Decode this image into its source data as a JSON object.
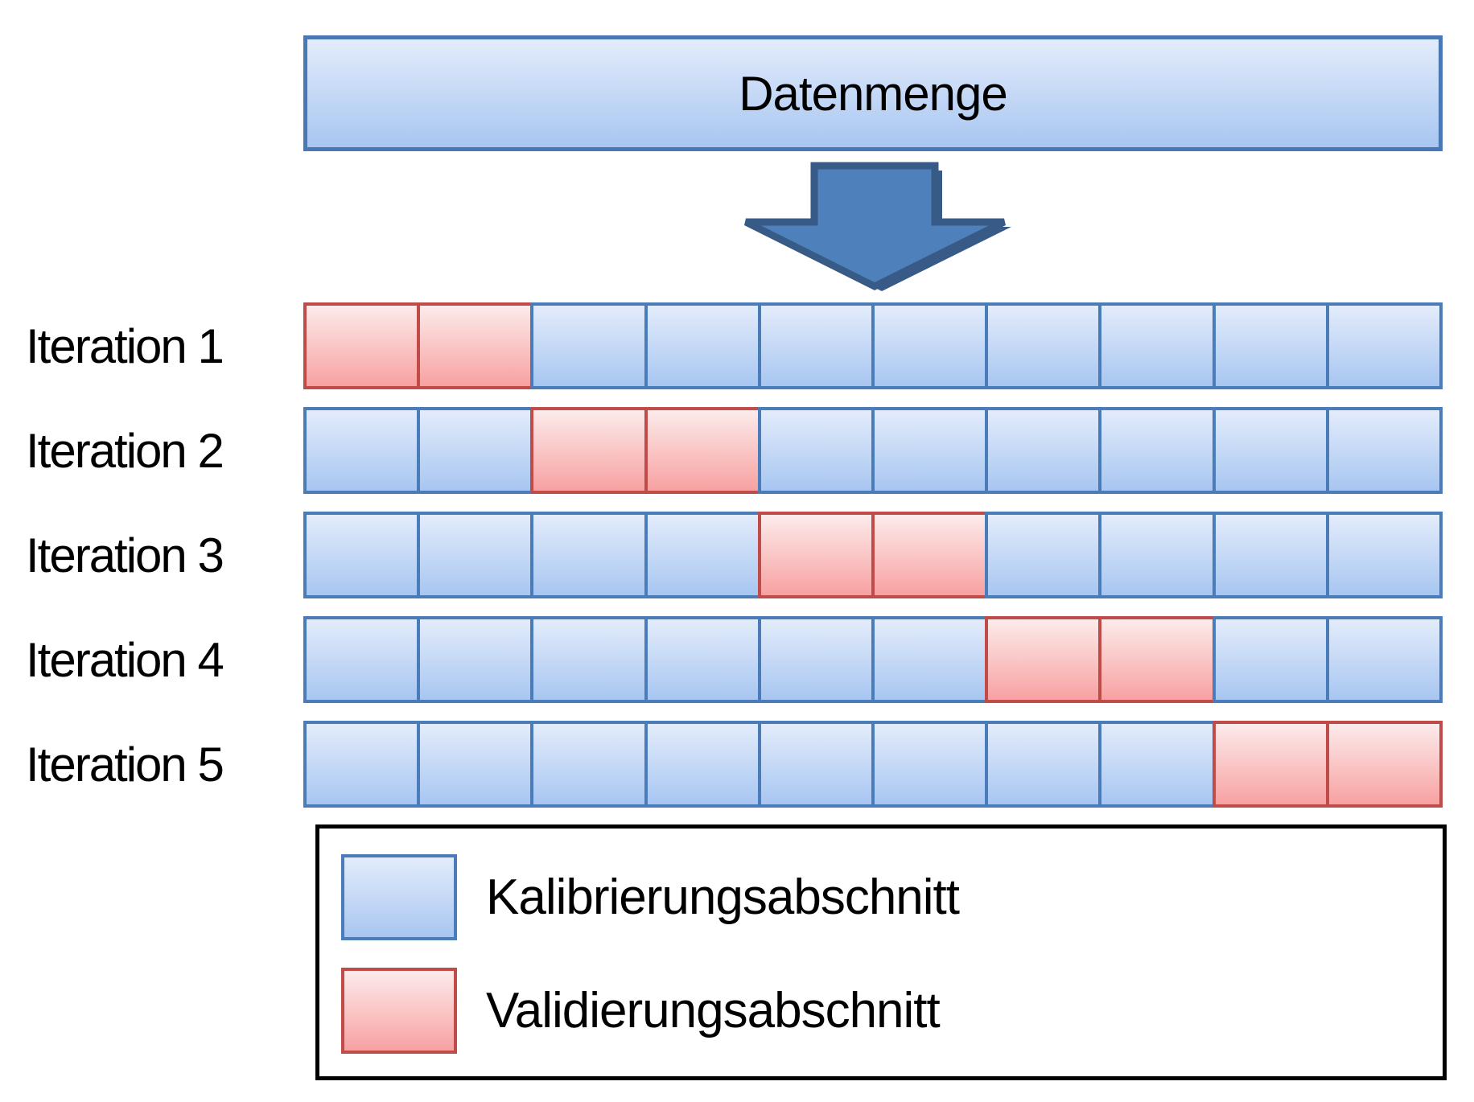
{
  "diagram": {
    "title": "Datenmenge",
    "arrow_icon": "down-arrow",
    "segments_per_row": 10,
    "iterations": [
      {
        "label": "Iteration 1",
        "cells": [
          "V",
          "V",
          "K",
          "K",
          "K",
          "K",
          "K",
          "K",
          "K",
          "K"
        ]
      },
      {
        "label": "Iteration 2",
        "cells": [
          "K",
          "K",
          "V",
          "V",
          "K",
          "K",
          "K",
          "K",
          "K",
          "K"
        ]
      },
      {
        "label": "Iteration 3",
        "cells": [
          "K",
          "K",
          "K",
          "K",
          "V",
          "V",
          "K",
          "K",
          "K",
          "K"
        ]
      },
      {
        "label": "Iteration 4",
        "cells": [
          "K",
          "K",
          "K",
          "K",
          "K",
          "K",
          "V",
          "V",
          "K",
          "K"
        ]
      },
      {
        "label": "Iteration 5",
        "cells": [
          "K",
          "K",
          "K",
          "K",
          "K",
          "K",
          "K",
          "K",
          "V",
          "V"
        ]
      }
    ],
    "legend": [
      {
        "type": "K",
        "label": "Kalibrierungsabschnitt"
      },
      {
        "type": "V",
        "label": "Validierungsabschnitt"
      }
    ],
    "colors": {
      "calibration_border": "#4a7cba",
      "calibration_fill_top": "#e3ecfb",
      "calibration_fill_bottom": "#a8c6f1",
      "validation_border": "#bf4c48",
      "validation_fill_top": "#fcebeb",
      "validation_fill_bottom": "#f8a1a1",
      "arrow_fill": "#4e80bc",
      "arrow_outline": "#385a86",
      "data_box_border": "#4878b5",
      "legend_border": "#000000",
      "text": "#000000"
    }
  }
}
